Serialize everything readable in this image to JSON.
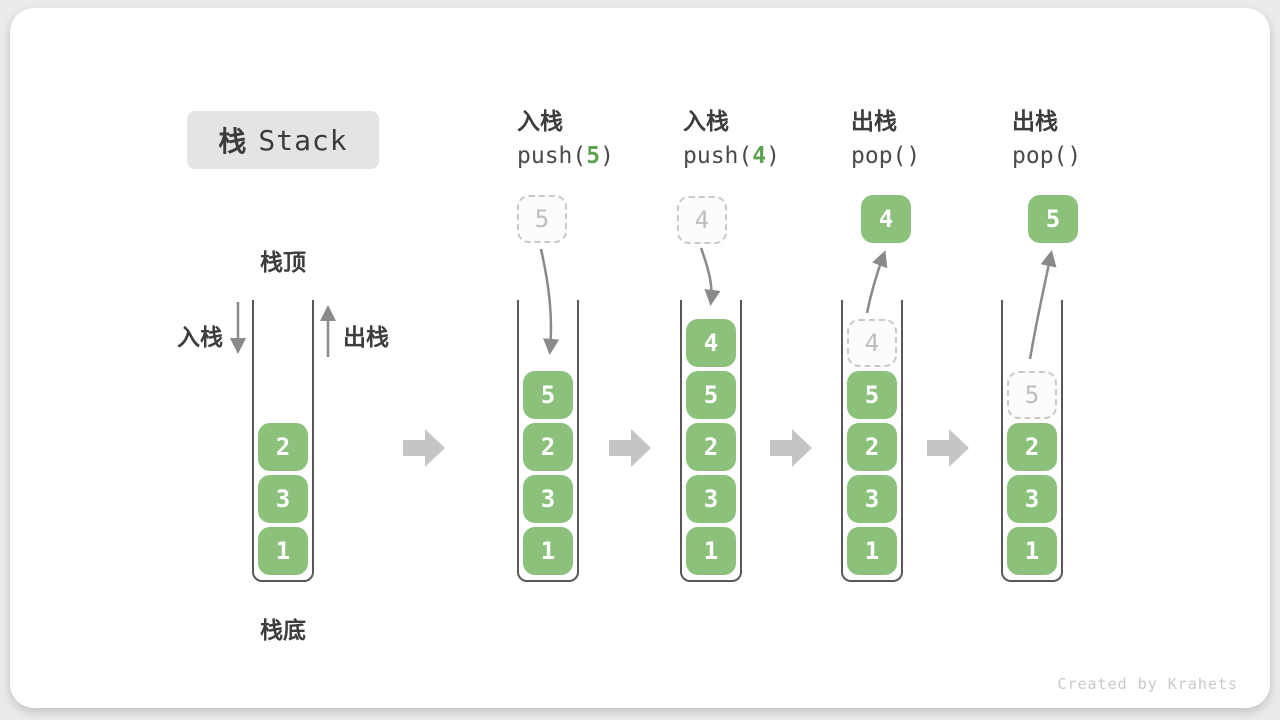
{
  "title": {
    "zh": "栈",
    "en": "Stack"
  },
  "labels": {
    "stack_top": "栈顶",
    "stack_bottom": "栈底",
    "push": "入栈",
    "pop": "出栈"
  },
  "initial_stack": [
    "2",
    "3",
    "1"
  ],
  "steps": {
    "push5": {
      "op": "入栈",
      "code_pre": "push(",
      "arg": "5",
      "code_post": ")",
      "floating_value": "5",
      "stack": [
        "5",
        "2",
        "3",
        "1"
      ]
    },
    "push4": {
      "op": "入栈",
      "code_pre": "push(",
      "arg": "4",
      "code_post": ")",
      "floating_value": "4",
      "stack": [
        "4",
        "5",
        "2",
        "3",
        "1"
      ]
    },
    "pop4": {
      "op": "出栈",
      "code": "pop()",
      "floating_value": "4",
      "ghost": "4",
      "stack": [
        "5",
        "2",
        "3",
        "1"
      ]
    },
    "pop5": {
      "op": "出栈",
      "code": "pop()",
      "floating_value": "5",
      "ghost": "5",
      "stack": [
        "2",
        "3",
        "1"
      ]
    }
  },
  "watermark": "Created by Krahets",
  "colors": {
    "element_green": "#8cc17c",
    "code_arg_green": "#5ea250",
    "curved_arrow_gray": "#8a8a8a",
    "flow_arrow_gray": "#c5c5c5",
    "ghost_border_gray": "#c9c9c9",
    "badge_bg": "#e4e4e4",
    "text_dark": "#3d3d3d"
  }
}
